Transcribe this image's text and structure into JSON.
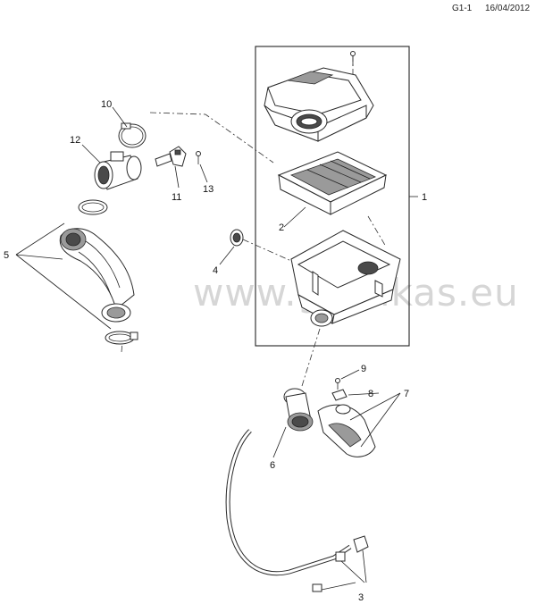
{
  "header": {
    "code": "G1-1",
    "date": "16/04/2012"
  },
  "watermark": "www.gmsikas.eu",
  "callouts": {
    "c1": "1",
    "c2": "2",
    "c3": "3",
    "c4": "4",
    "c5": "5",
    "c6": "6",
    "c7": "7",
    "c8": "8",
    "c9": "9",
    "c10": "10",
    "c11": "11",
    "c12": "12",
    "c13": "13"
  }
}
